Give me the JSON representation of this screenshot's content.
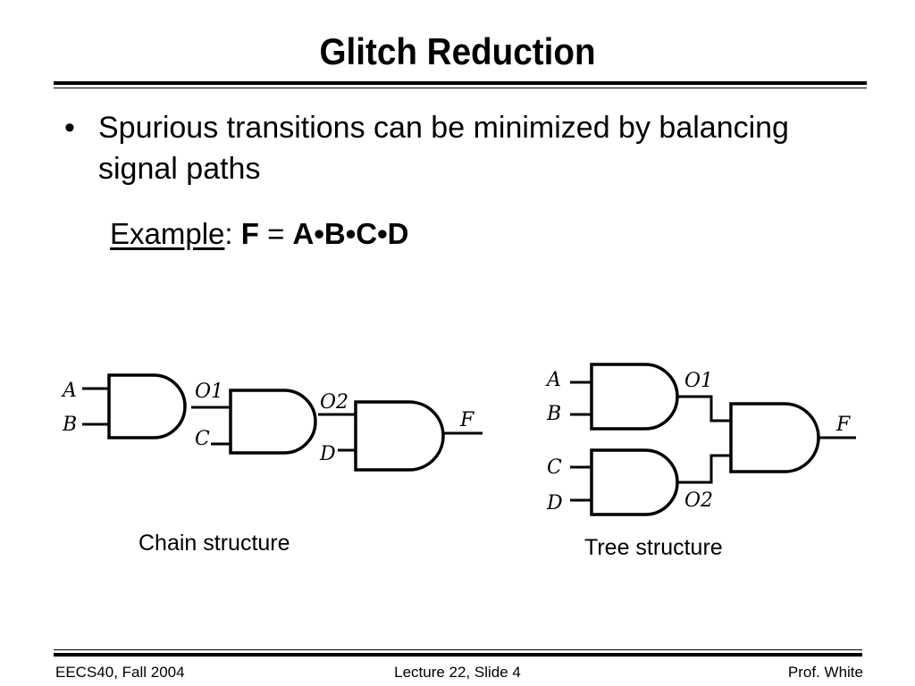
{
  "slide": {
    "title": "Glitch Reduction",
    "bullet_symbol": "•",
    "bullet_text": "Spurious transitions can be minimized by balancing signal paths",
    "example": {
      "label": "Example",
      "colon": ":",
      "lhs": "F",
      "equals": "=",
      "rhs": "A•B•C•D"
    }
  },
  "chain": {
    "caption": "Chain structure",
    "labels": {
      "a": "A",
      "b": "B",
      "c": "C",
      "d": "D",
      "o1": "O1",
      "o2": "O2",
      "f": "F"
    }
  },
  "tree": {
    "caption": "Tree structure",
    "labels": {
      "a": "A",
      "b": "B",
      "c": "C",
      "d": "D",
      "o1": "O1",
      "o2": "O2",
      "f": "F"
    }
  },
  "footer": {
    "left": "EECS40, Fall 2004",
    "center": "Lecture 22, Slide 4",
    "right": "Prof. White"
  }
}
